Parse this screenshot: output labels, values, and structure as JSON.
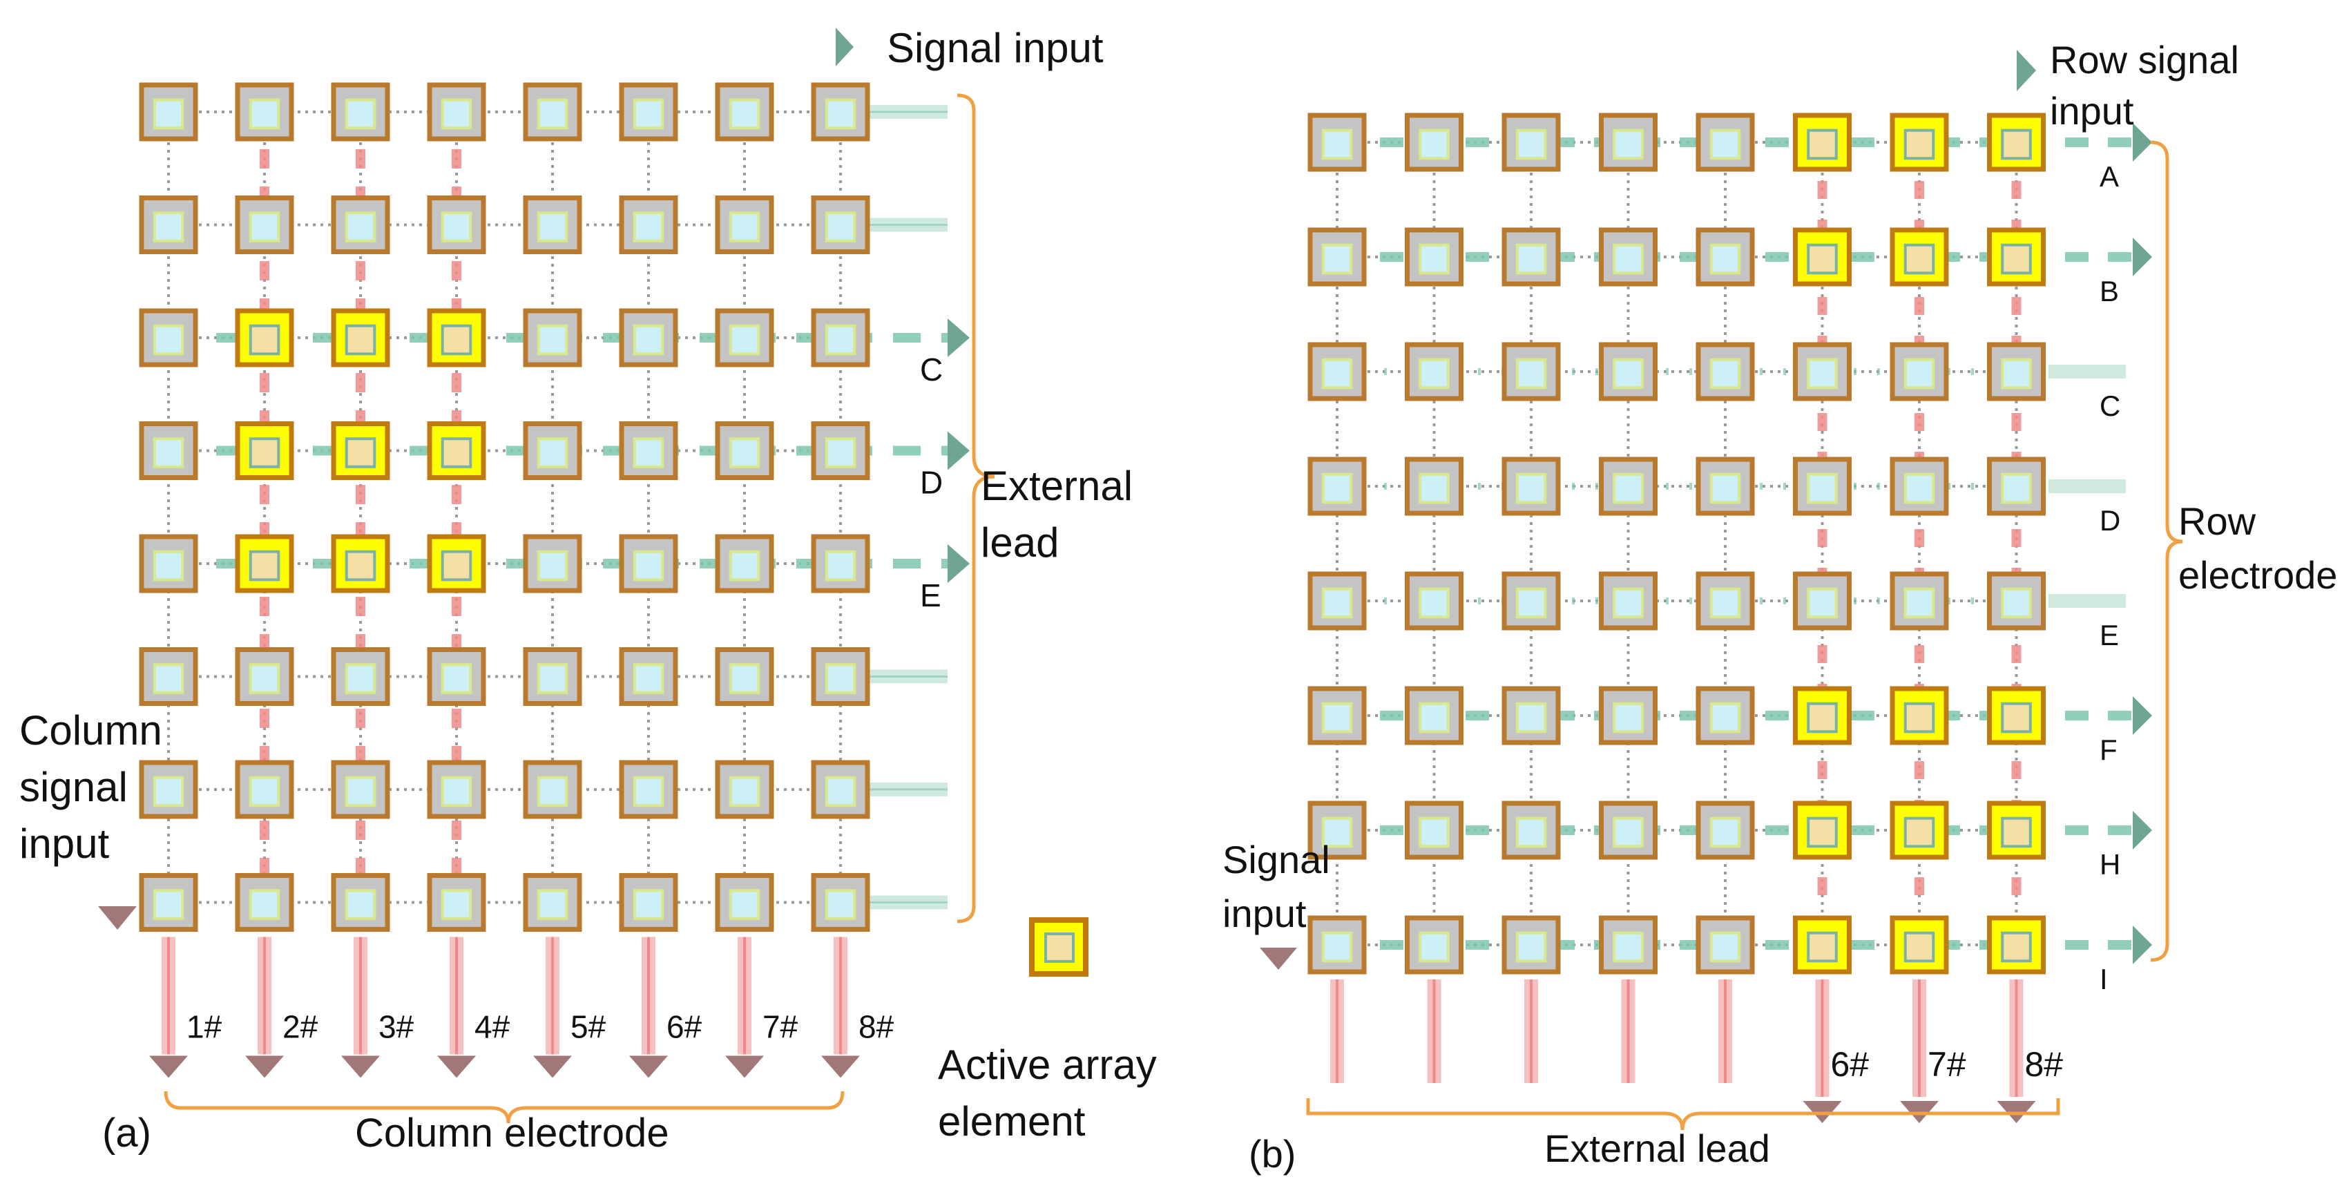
{
  "colors": {
    "cell_border": "#b97a2e",
    "cell_fill": "#c4c4c4",
    "cell_inner": "#cdeff7",
    "active_border": "#c07a10",
    "active_fill": "#ffff00",
    "active_inner": "#f6dfa5",
    "row_lead": "#7fc7b0",
    "column_lead": "#f08a8a",
    "input_marker": "#6fa595",
    "column_marker": "#a07878",
    "bracket": "#f0a040",
    "grid_dots": "#999999"
  },
  "panel_a": {
    "caption": "(a)",
    "signal_input_label": "Signal input",
    "column_signal_input_label": [
      "Column",
      "signal",
      "input"
    ],
    "external_lead_label": [
      "External",
      "lead"
    ],
    "column_electrode_label": "Column electrode",
    "active_element_label": [
      "Active array",
      "element"
    ],
    "row_labels": [
      "C",
      "D",
      "E"
    ],
    "column_labels": [
      "1#",
      "2#",
      "3#",
      "4#",
      "5#",
      "6#",
      "7#",
      "8#"
    ]
  },
  "panel_b": {
    "caption": "(b)",
    "row_signal_input_label": [
      "Row signal",
      "input"
    ],
    "signal_input_label": [
      "Signal",
      "input"
    ],
    "row_electrode_label": [
      "Row",
      "electrode"
    ],
    "external_lead_label": "External lead",
    "row_labels": [
      "A",
      "B",
      "C",
      "D",
      "E",
      "F",
      "H",
      "I"
    ],
    "column_labels": [
      "6#",
      "7#",
      "8#"
    ]
  }
}
